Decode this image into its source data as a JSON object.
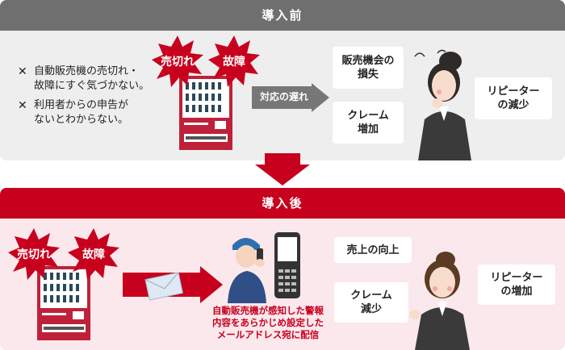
{
  "before": {
    "title": "導入前",
    "bullets": [
      {
        "mark": "✕",
        "text": "自動販売機の売切れ・\n故障にすぐ気づかない。"
      },
      {
        "mark": "✕",
        "text": "利用者からの申告が\nないとわからない。"
      }
    ],
    "bursts": [
      "売切れ",
      "故障"
    ],
    "arrow_label": "対応の遅れ",
    "bubbles": {
      "loss": "販売機会の\n損失",
      "complaint": "クレーム\n増加",
      "repeater": "リピーター\nの減少"
    }
  },
  "after": {
    "title": "導入後",
    "bursts": [
      "売切れ",
      "故障"
    ],
    "caption": "自動販売機が感知した警報\n内容をあらかじめ設定した\nメールアドレス宛に配信",
    "bubbles": {
      "sales": "売上の向上",
      "complaint": "クレーム\n減少",
      "repeater": "リピーター\nの増加"
    }
  },
  "colors": {
    "accent_red": "#c7001e",
    "gray_header": "#6f6f6f",
    "before_bg": "#eeeeee",
    "after_bg": "#fbe8ec"
  }
}
